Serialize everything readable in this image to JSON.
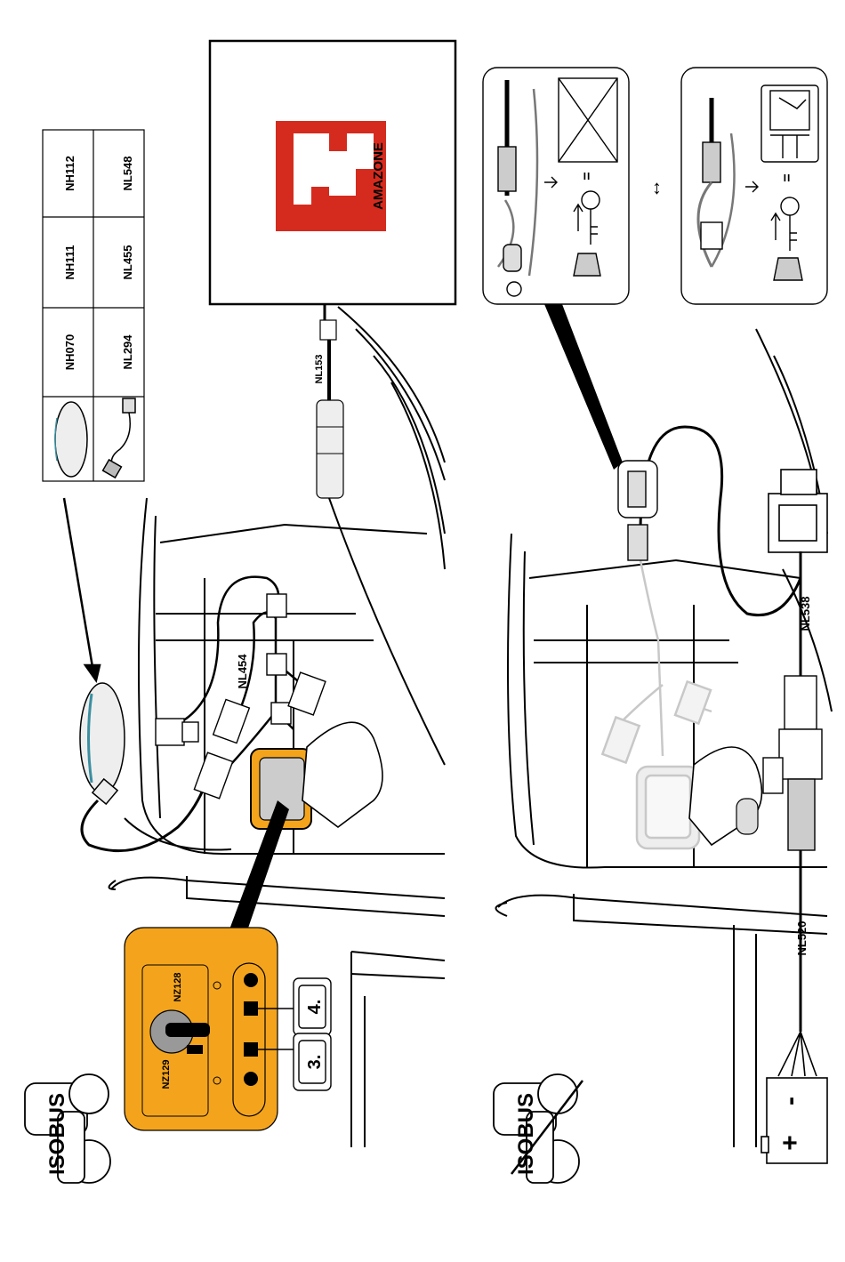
{
  "panel_top": {
    "logo_text": "ISOBUS",
    "parts_table": {
      "row1": [
        "NH070",
        "NH111",
        "NH112"
      ],
      "row2": [
        "NL294",
        "NL455",
        "NL548"
      ]
    },
    "cable_labels": {
      "monitor_cable": "NL153",
      "harness": "NL454"
    },
    "brand_logo_text": "AMAZONE",
    "socket_labels": {
      "left": "NZ129",
      "right": "NZ128"
    },
    "connector_pins": [
      "3",
      "4"
    ],
    "connector_plugs": [
      "3.",
      "4."
    ]
  },
  "panel_bottom": {
    "logo_text": "ISOBUS",
    "cable_labels": {
      "battery": "NL520",
      "relay": "NL538"
    },
    "battery_terminals": {
      "plus": "+",
      "minus": "-"
    },
    "key_steps": {
      "equals": "=",
      "swap": "↔"
    }
  },
  "colors": {
    "accent_orange": "#f4a41c",
    "brand_red": "#d52b1e",
    "line": "#000000",
    "gray": "#9a9a9a"
  }
}
